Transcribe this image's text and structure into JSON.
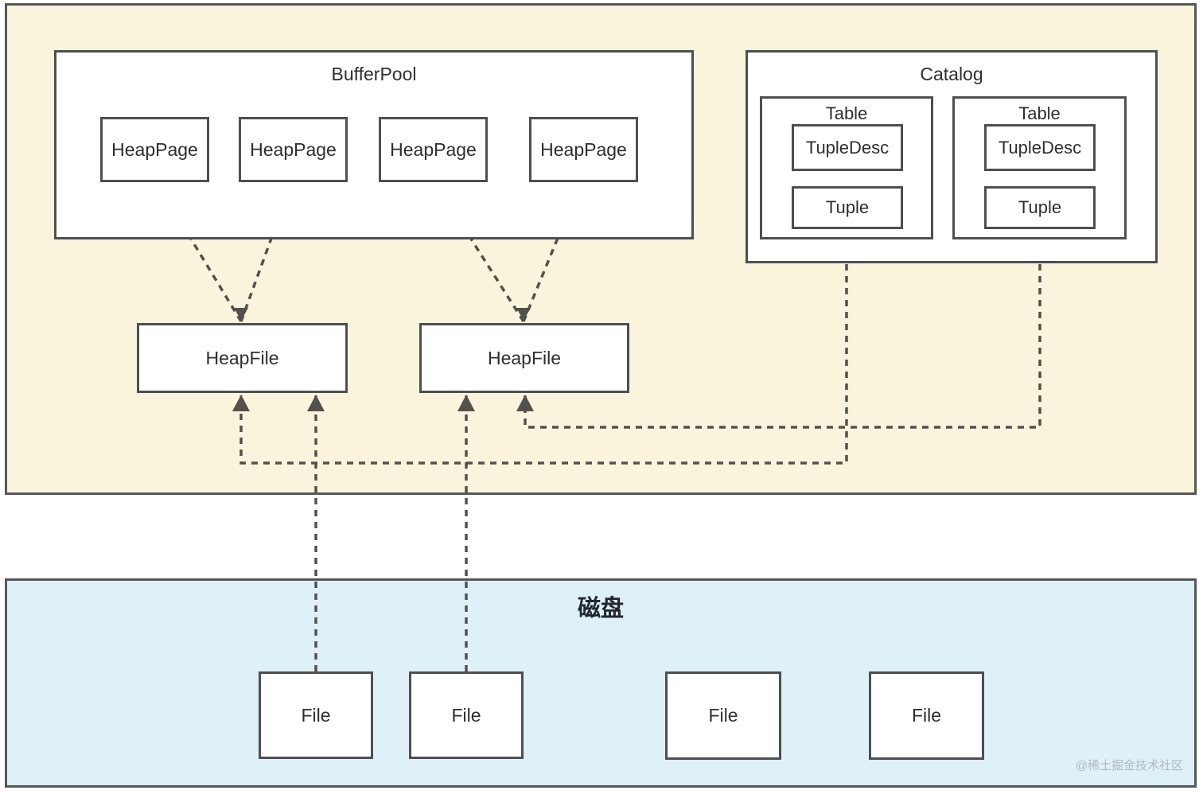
{
  "diagram": {
    "memory": {
      "buffer_pool": {
        "title": "BufferPool",
        "pages": [
          "HeapPage",
          "HeapPage",
          "HeapPage",
          "HeapPage"
        ]
      },
      "catalog": {
        "title": "Catalog",
        "tables": [
          {
            "label": "Table",
            "tuple_desc": "TupleDesc",
            "tuple": "Tuple"
          },
          {
            "label": "Table",
            "tuple_desc": "TupleDesc",
            "tuple": "Tuple"
          }
        ]
      },
      "heap_files": [
        {
          "label": "HeapFile"
        },
        {
          "label": "HeapFile"
        }
      ]
    },
    "disk": {
      "title": "磁盘",
      "files": [
        {
          "label": "File"
        },
        {
          "label": "File"
        },
        {
          "label": "File"
        },
        {
          "label": "File"
        }
      ]
    },
    "watermark": "@稀土掘金技术社区",
    "colors": {
      "memory_background": "#faf4dc",
      "disk_background": "#def0f8",
      "box_border": "#4e4f52",
      "connector": "#53514c",
      "text": "#2e2e2e",
      "watermark": "#b4b9bd"
    }
  }
}
